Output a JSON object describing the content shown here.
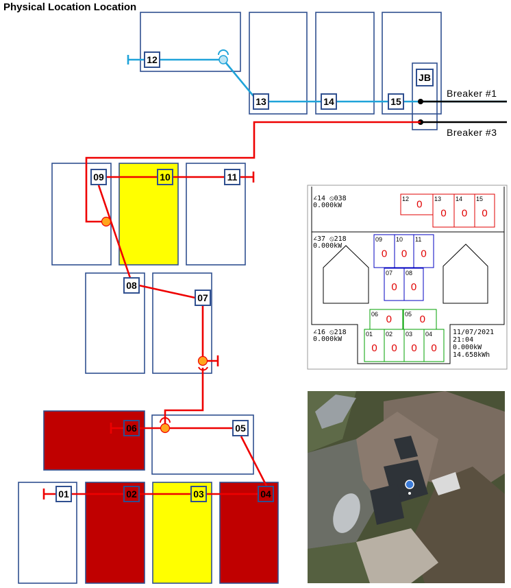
{
  "title": "Physical Location Location",
  "colors": {
    "panel_border": "#2f4f8f",
    "string_blue": "#1fa3d9",
    "string_red": "#ee0000",
    "highlight_yellow": "#ffff00",
    "highlight_red": "#c00000",
    "connector_orange": "#ffa51e"
  },
  "junction_box": {
    "label": "JB"
  },
  "breakers": [
    "Breaker #1",
    "Breaker #3"
  ],
  "panels": [
    {
      "id": "12",
      "fill": "white"
    },
    {
      "id": "13",
      "fill": "white"
    },
    {
      "id": "14",
      "fill": "white"
    },
    {
      "id": "15",
      "fill": "white"
    },
    {
      "id": "09",
      "fill": "white"
    },
    {
      "id": "10",
      "fill": "yellow"
    },
    {
      "id": "11",
      "fill": "white"
    },
    {
      "id": "08",
      "fill": "white"
    },
    {
      "id": "07",
      "fill": "white"
    },
    {
      "id": "06",
      "fill": "red"
    },
    {
      "id": "05",
      "fill": "white"
    },
    {
      "id": "01",
      "fill": "white"
    },
    {
      "id": "02",
      "fill": "red"
    },
    {
      "id": "03",
      "fill": "yellow"
    },
    {
      "id": "04",
      "fill": "red"
    }
  ],
  "monitor": {
    "inputs": [
      {
        "heading": "∠14 ⦸038",
        "power": "0.000kW"
      },
      {
        "heading": "∠37 ⦸218",
        "power": "0.000kW"
      },
      {
        "heading": "∠16 ⦸218",
        "power": "0.000kW"
      }
    ],
    "date": "11/07/2021",
    "time": "21:04",
    "power": "0.000kW",
    "energy": "14.658kWh",
    "panel_value": "0"
  }
}
